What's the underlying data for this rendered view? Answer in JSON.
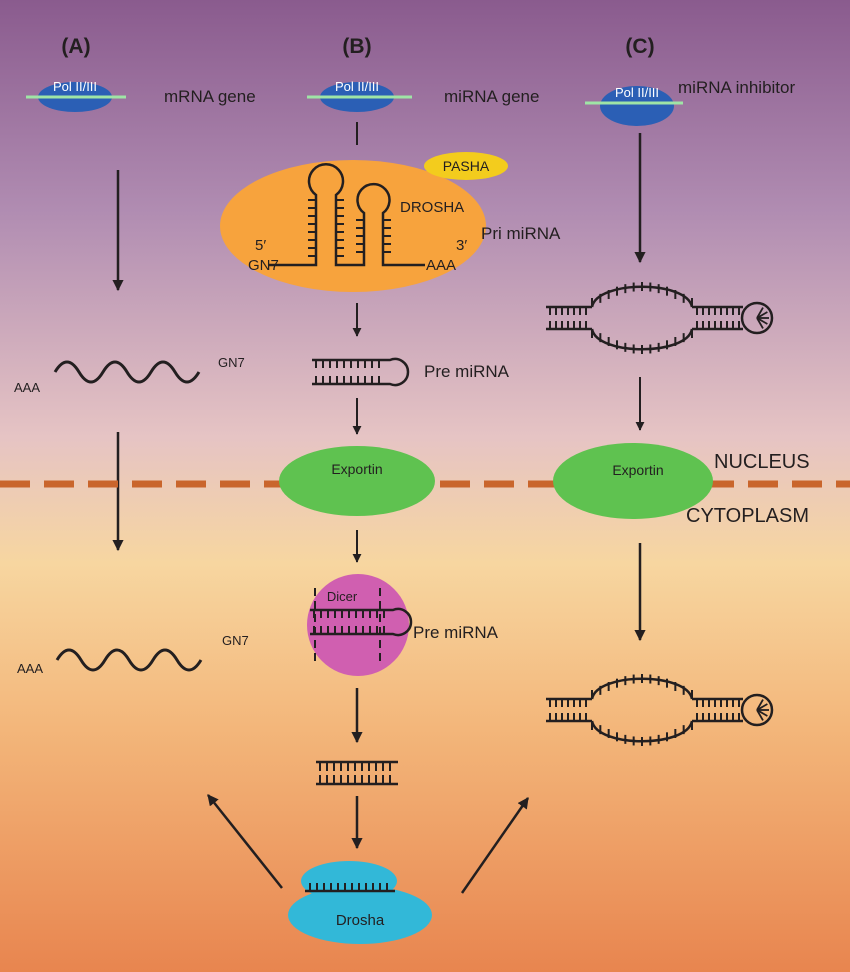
{
  "panels": {
    "a": {
      "label": "(A)",
      "gene": "mRNA gene",
      "polymerase": "Pol II/III",
      "nuc_tail": "AAA",
      "nuc_cap": "GN7",
      "cyt_tail": "AAA",
      "cyt_cap": "GN7"
    },
    "b": {
      "label": "(B)",
      "gene": "miRNA gene",
      "polymerase": "Pol II/III",
      "pasha": "PASHA",
      "drosha_label": "DROSHA",
      "pri": "Pri miRNA",
      "five": "5′",
      "three": "3′",
      "cap": "GN7",
      "tail": "AAA",
      "pre": "Pre miRNA",
      "exportin": "Exportin",
      "dicer": "Dicer",
      "pre2": "Pre miRNA",
      "drosha": "Drosha"
    },
    "c": {
      "label": "(C)",
      "gene": "miRNA inhibitor",
      "polymerase": "Pol II/III",
      "exportin": "Exportin"
    }
  },
  "compartments": {
    "nucleus": "NUCLEUS",
    "cytoplasm": "CYTOPLASM"
  },
  "colors": {
    "bg_top": "#8a5b8e",
    "bg_mid": "#f5d89a",
    "bg_bottom": "#e8854f",
    "pol": "#2b5fb5",
    "pol_line": "#9fe5a6",
    "pri_oval": "#f7a33d",
    "pasha": "#f3cc1d",
    "exportin": "#5fc250",
    "dicer": "#d05fb0",
    "drosha_risc": "#32b8d8",
    "membrane": "#c9652c"
  }
}
